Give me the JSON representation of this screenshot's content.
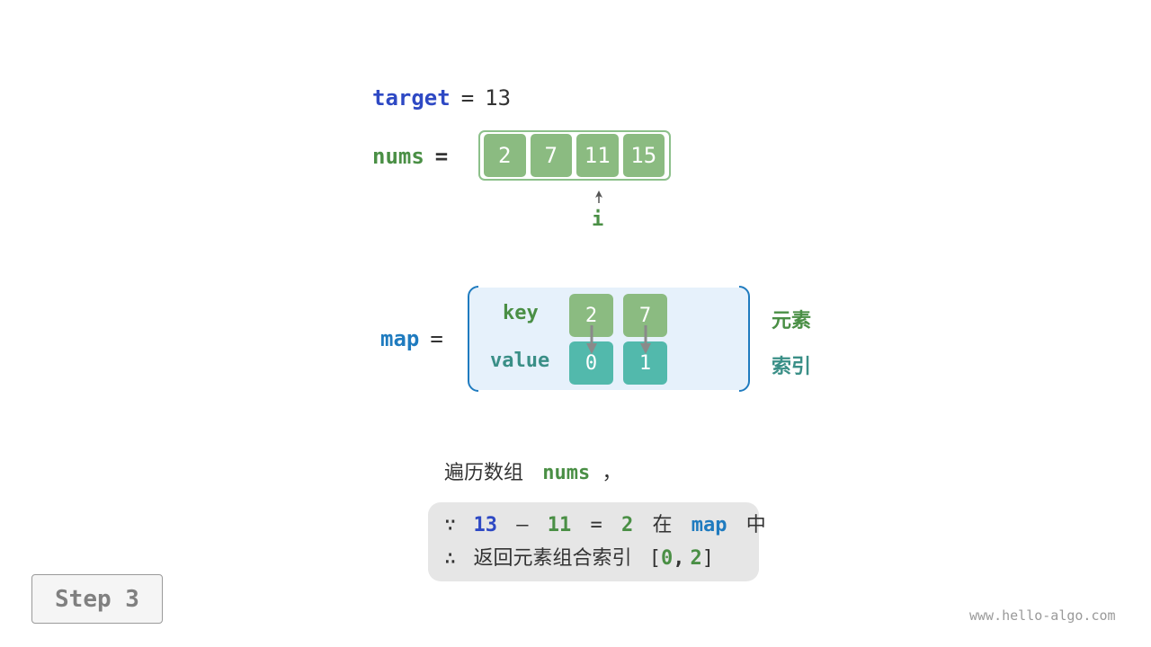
{
  "target": {
    "name": "target",
    "op": "=",
    "value": "13"
  },
  "nums": {
    "name": "nums",
    "op": "=",
    "values": [
      "2",
      "7",
      "11",
      "15"
    ]
  },
  "pointer": {
    "label": "i"
  },
  "map": {
    "name": "map",
    "op": "=",
    "key_label": "key",
    "value_label": "value",
    "keys": [
      "2",
      "7"
    ],
    "values": [
      "0",
      "1"
    ],
    "key_side": "元素",
    "value_side": "索引"
  },
  "caption": {
    "prefix": "遍历数组",
    "var": "nums",
    "suffix": "，"
  },
  "info": {
    "line1": {
      "because": "∵",
      "a": "13",
      "minus": "–",
      "b": "11",
      "eq": "=",
      "c": "2",
      "in": "在",
      "map": "map",
      "mid": "中"
    },
    "line2": {
      "therefore": "∴",
      "text": "返回元素组合索引",
      "open": "[",
      "i0": "0",
      "comma": ",",
      "i1": "2",
      "close": "]"
    }
  },
  "step": {
    "label": "Step 3"
  },
  "footer": {
    "site": "www.hello-algo.com"
  },
  "colors": {
    "blue": "#2e49c4",
    "green": "#4a8f45",
    "teal": "#52b9ac",
    "cell_green": "#8bbb81",
    "map_border": "#1f7bbf"
  }
}
